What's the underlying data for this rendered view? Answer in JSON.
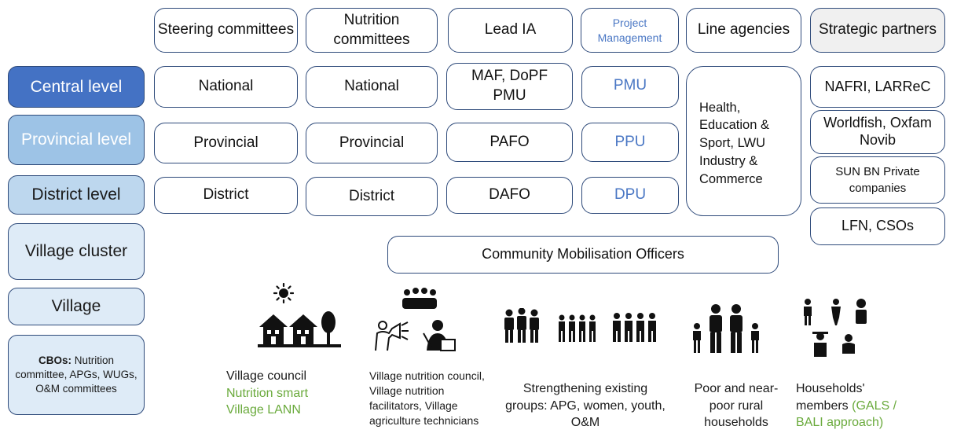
{
  "headers": {
    "steering": "Steering committees",
    "nutrition": "Nutrition committees",
    "lead_ia": "Lead IA",
    "project_management": "Project Management",
    "line_agencies": "Line agencies",
    "strategic_partners": "Strategic partners"
  },
  "levels": {
    "central": "Central level",
    "provincial": "Provincial level",
    "district": "District level",
    "village_cluster": "Village cluster",
    "village": "Village",
    "cbos_label": "CBOs:",
    "cbos_text": " Nutrition committee, APGs, WUGs, O&M committees"
  },
  "colors": {
    "central": "#4472c4",
    "provincial": "#9dc3e6",
    "district": "#bdd7ee",
    "light": "#deebf7",
    "header_grey": "#f0f0f0",
    "blue_text": "#4a77c4",
    "green_text": "#6aaa3c"
  },
  "cells": {
    "steering_central": "National",
    "steering_provincial": "Provincial",
    "steering_district": "District",
    "nutrition_central": "National",
    "nutrition_provincial": "Provincial",
    "nutrition_district": "District",
    "lead_central": "MAF, DoPF PMU",
    "lead_provincial": "PAFO",
    "lead_district": "DAFO",
    "pm_central": "PMU",
    "pm_provincial": "PPU",
    "pm_district": "DPU",
    "line_agencies_text": "Health, Education & Sport, LWU Industry & Commerce",
    "partner_1": "NAFRI, LARReC",
    "partner_2": "Worldfish, Oxfam Novib",
    "partner_3": "SUN BN Private companies",
    "partner_4": "LFN, CSOs"
  },
  "cmo": "Community Mobilisation Officers",
  "captions": {
    "village_council": "Village council",
    "nutrition_smart": "Nutrition smart",
    "village_lann": "Village LANN",
    "village_nutrition": "Village nutrition council, Village nutrition facilitators, Village agriculture technicians",
    "groups": "Strengthening existing groups: APG, women, youth, O&M",
    "poor": "Poor and near-poor rural households",
    "households_prefix": "Households' members ",
    "households_green": "(GALS / BALI approach)"
  },
  "icons": [
    "sun-icon",
    "houses-icon",
    "meeting-icon",
    "teacher-icon",
    "groups-icon",
    "family-icon",
    "household-members-icon"
  ]
}
